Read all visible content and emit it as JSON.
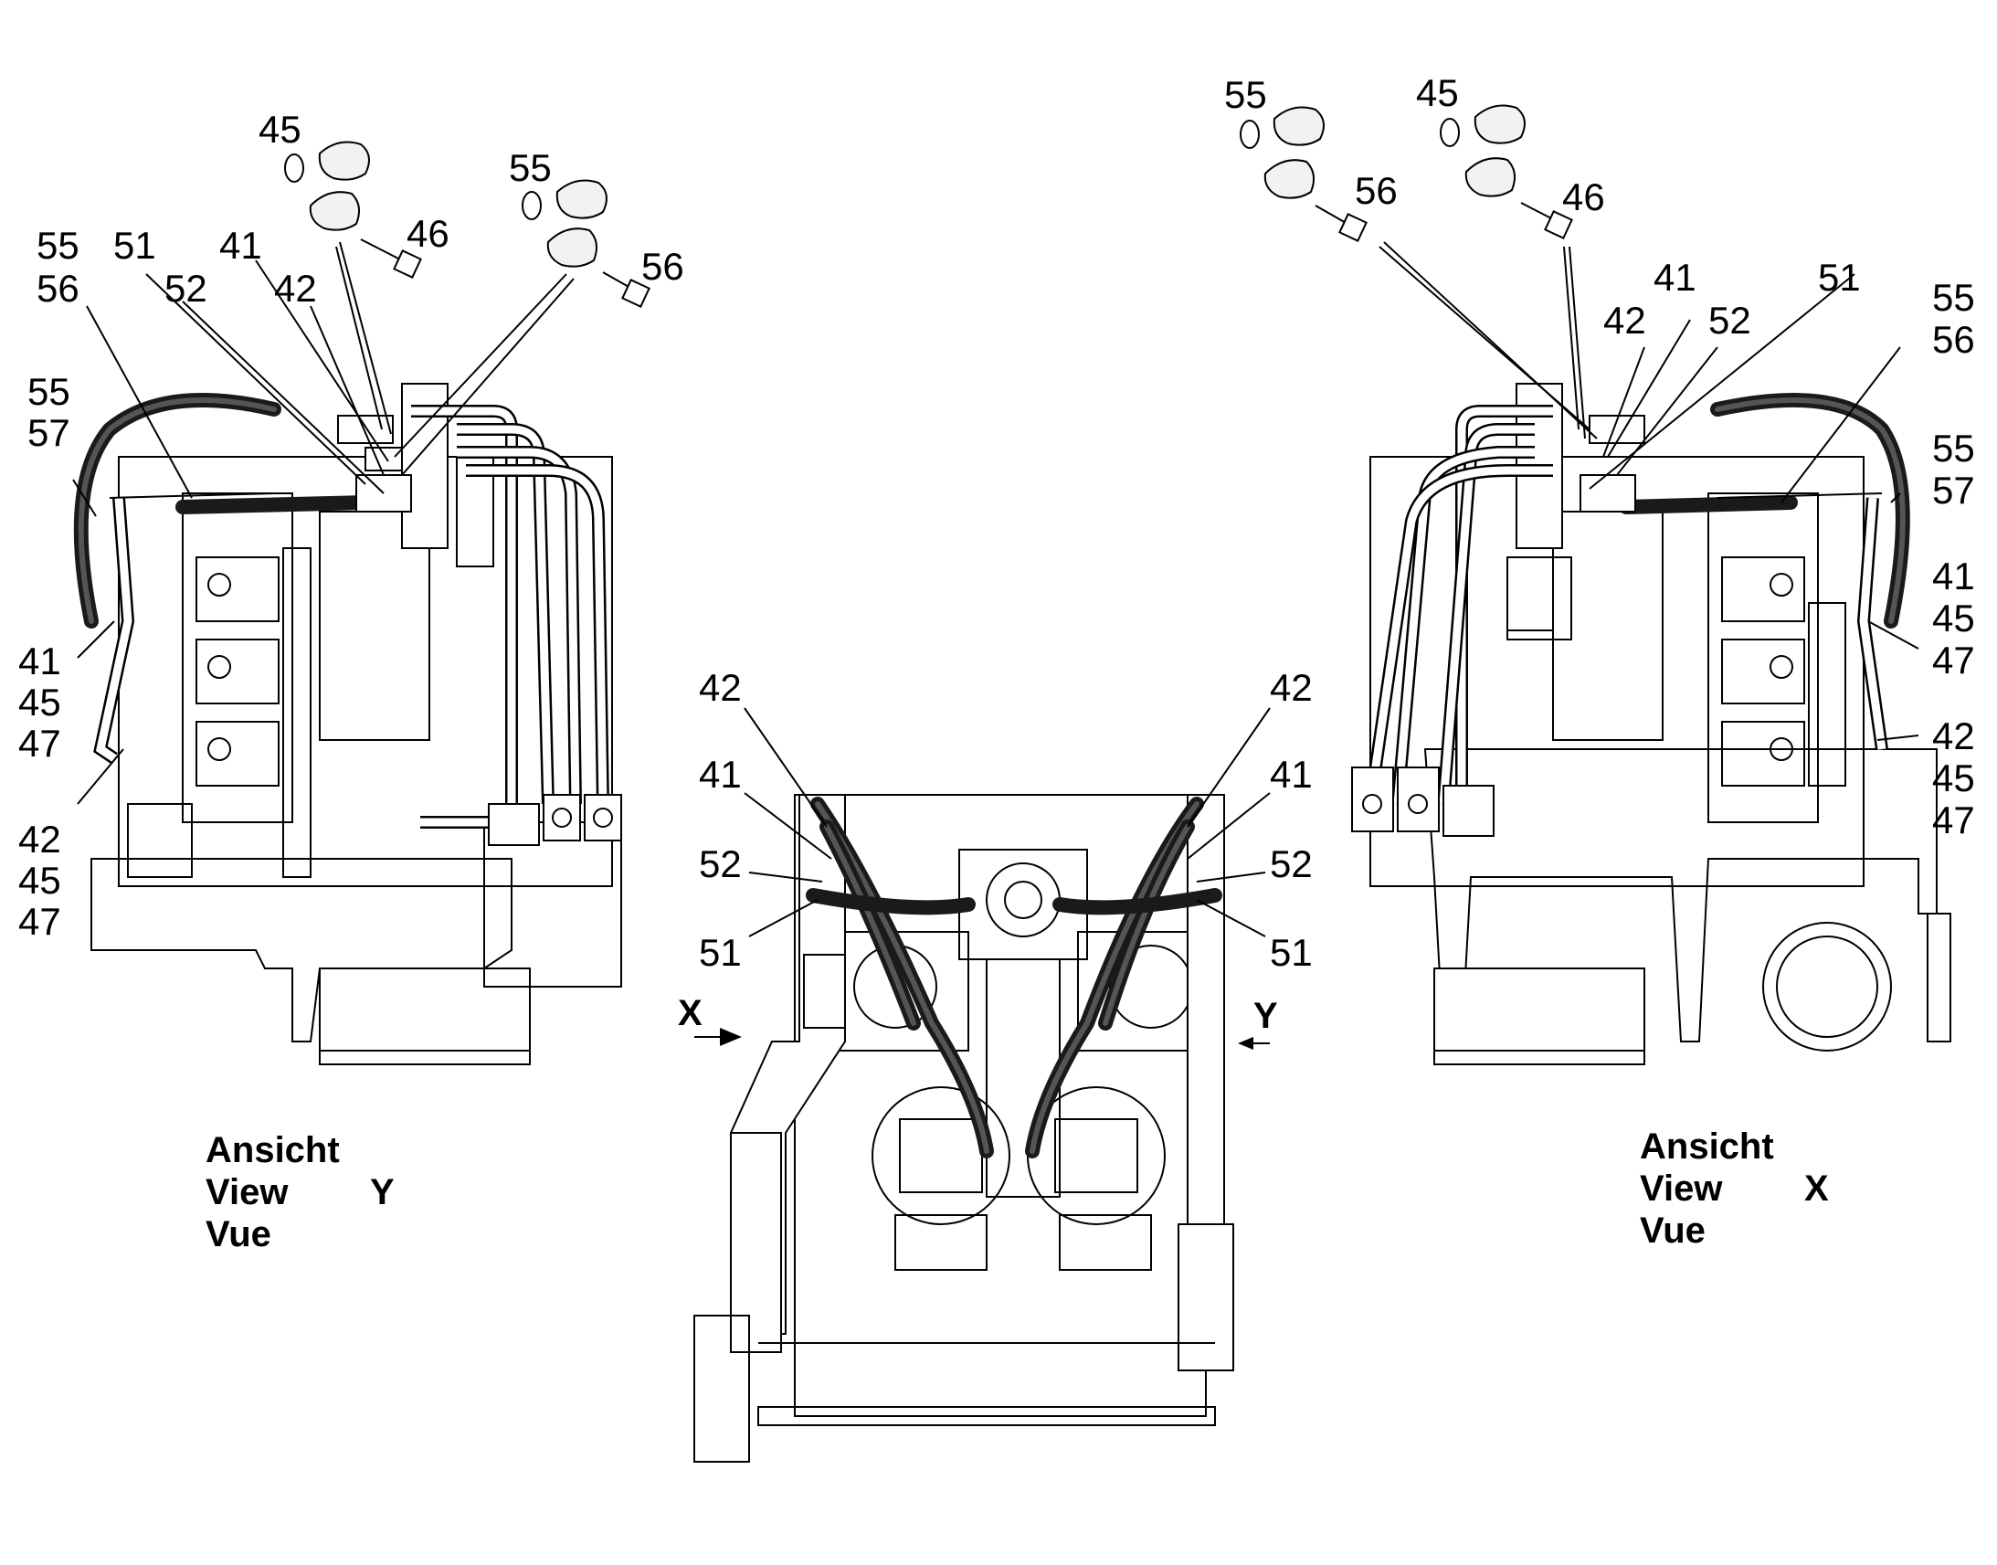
{
  "views": {
    "left": {
      "line1": "Ansicht",
      "line2": "View",
      "line3": "Vue",
      "letter": "Y"
    },
    "right": {
      "line1": "Ansicht",
      "line2": "View",
      "line3": "Vue",
      "letter": "X"
    }
  },
  "arrows": {
    "x_label": "X",
    "y_label": "Y"
  },
  "callouts": {
    "left_top_45": "45",
    "left_top_46": "46",
    "left_top_55": "55",
    "left_top_56": "56",
    "left_55a": "55",
    "left_56a": "56",
    "left_51": "51",
    "left_41": "41",
    "left_52": "52",
    "left_42": "42",
    "left_55b": "55",
    "left_57": "57",
    "left_41b": "41",
    "left_45b": "45",
    "left_47b": "47",
    "left_42c": "42",
    "left_45c": "45",
    "left_47c": "47",
    "center_42l": "42",
    "center_41l": "41",
    "center_52l": "52",
    "center_51l": "51",
    "center_42r": "42",
    "center_41r": "41",
    "center_52r": "52",
    "center_51r": "51",
    "right_top_55": "55",
    "right_top_56": "56",
    "right_top_45": "45",
    "right_top_46": "46",
    "right_41": "41",
    "right_42": "42",
    "right_52": "52",
    "right_51": "51",
    "right_55a": "55",
    "right_56a": "56",
    "right_55b": "55",
    "right_57": "57",
    "right_41b": "41",
    "right_45b": "45",
    "right_47b": "47",
    "right_42c": "42",
    "right_45c": "45",
    "right_47c": "47"
  }
}
